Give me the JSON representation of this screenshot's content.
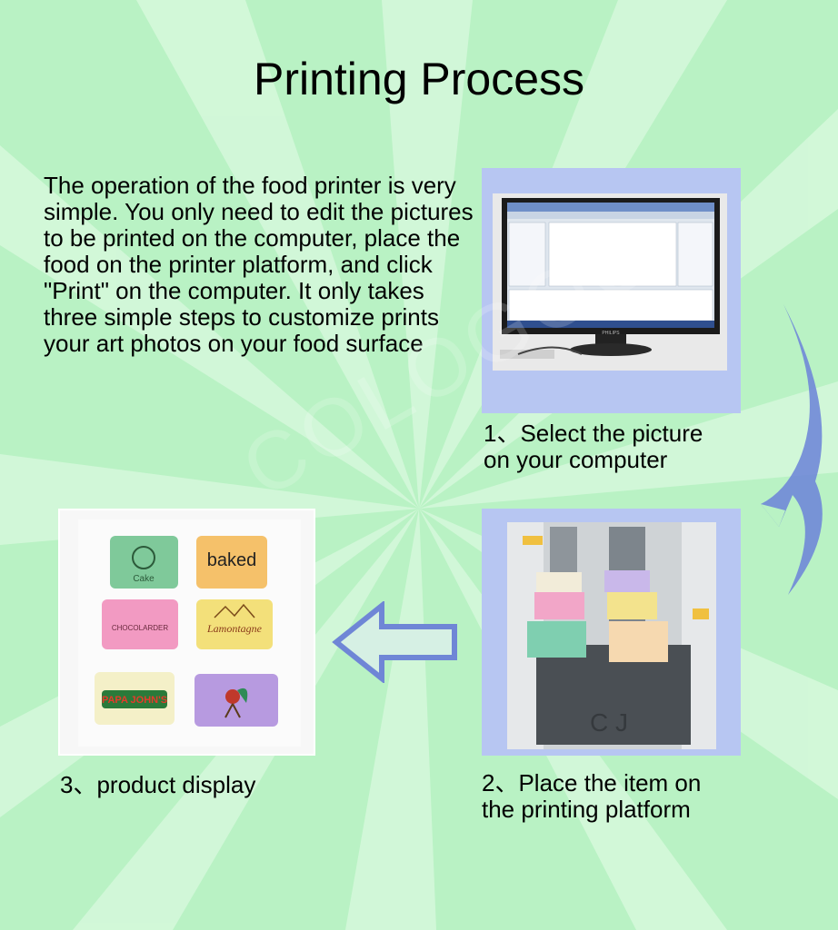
{
  "page": {
    "title": "Printing Process",
    "intro": "The operation of the food printer is very simple. You only need to edit the pictures to be printed on the computer, place the food on the printer platform, and click \"Print\" on the computer. It only takes three simple steps to customize prints your art photos on your food surface",
    "watermark": "COLOGOO"
  },
  "steps": [
    {
      "label_line1": "1、Select the picture",
      "label_line2": "on your computer"
    },
    {
      "label_line1": "2、Place the item on",
      "label_line2": "the printing platform"
    },
    {
      "label_line1": "3、product display",
      "label_line2": ""
    }
  ],
  "photos": {
    "monitor_brand": "PHILIPS",
    "soaps": [
      {
        "text": "Cake",
        "color": "#7fc99a"
      },
      {
        "text": "baked",
        "color": "#f5c16a"
      },
      {
        "text": "CHOCOLARDER",
        "color": "#f29ac2"
      },
      {
        "text": "Lamontagne",
        "color": "#f3e07a"
      },
      {
        "text": "PAPA JOHN'S",
        "color": "#f4f0c8"
      },
      {
        "text": "",
        "color": "#b79ae0"
      }
    ]
  },
  "colors": {
    "background": "#b9f2c4",
    "rays": "#d3f8da",
    "frame": "#b7c6f2",
    "arrow": "#6f86d6"
  }
}
